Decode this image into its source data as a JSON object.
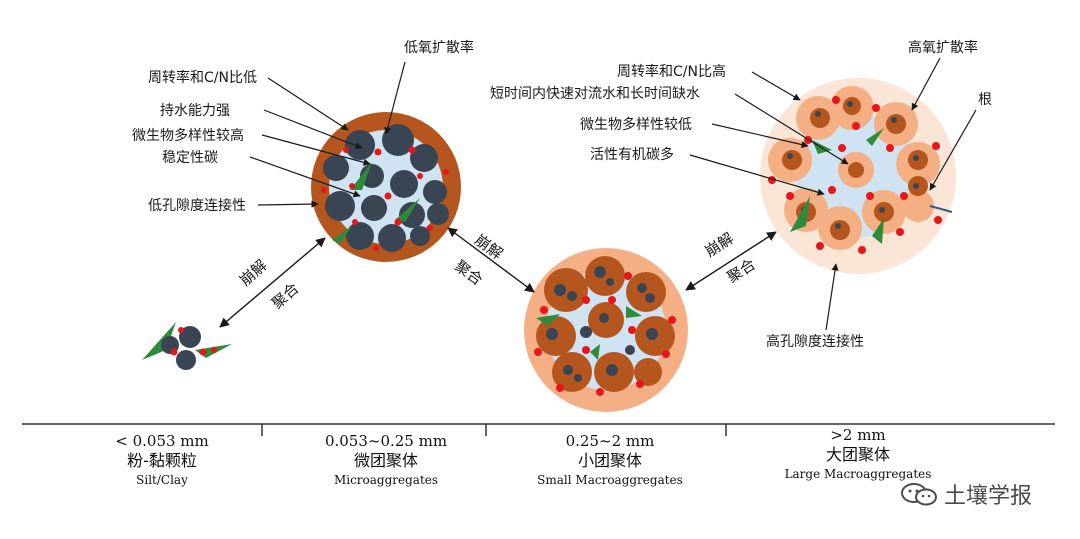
{
  "labels": {
    "low_oxygen": "低氧扩散率",
    "turnover_low": "周转率和C/N比低",
    "water_holding": "持水能力强",
    "microbe_high": "微生物多样性较高",
    "stable_carbon": "稳定性碳",
    "low_porosity": "低孔隙度连接性",
    "high_oxygen": "高氧扩散率",
    "turnover_high": "周转率和C/N比高",
    "water_short": "短时间内快速对流水和长时间缺水",
    "root": "根",
    "microbe_low": "微生物多样性较低",
    "active_carbon": "活性有机碳多",
    "high_porosity": "高孔隙度连接性"
  },
  "arrows": {
    "collapse": "崩解",
    "aggregate": "聚合"
  },
  "categories": [
    {
      "size": "< 0.053 mm",
      "zh": "粉-黏颗粒",
      "en": "Silt/Clay"
    },
    {
      "size": "0.053~0.25 mm",
      "zh": "微团聚体",
      "en": "Microaggregates"
    },
    {
      "size": "0.25~2 mm",
      "zh": "小团聚体",
      "en": "Small Macroaggregates"
    },
    {
      "size": ">2 mm",
      "zh": "大团聚体",
      "en": "Large Macroaggregates"
    }
  ],
  "watermark": "土壤学报",
  "colors": {
    "dark_particle": "#3a4553",
    "micro_fill": "#b5561f",
    "small_fill": "#f4b084",
    "large_fill": "#fbe5d6",
    "pore": "#cfe3f2",
    "red_dot": "#e8161b",
    "leaf": "#2e8b3a"
  }
}
